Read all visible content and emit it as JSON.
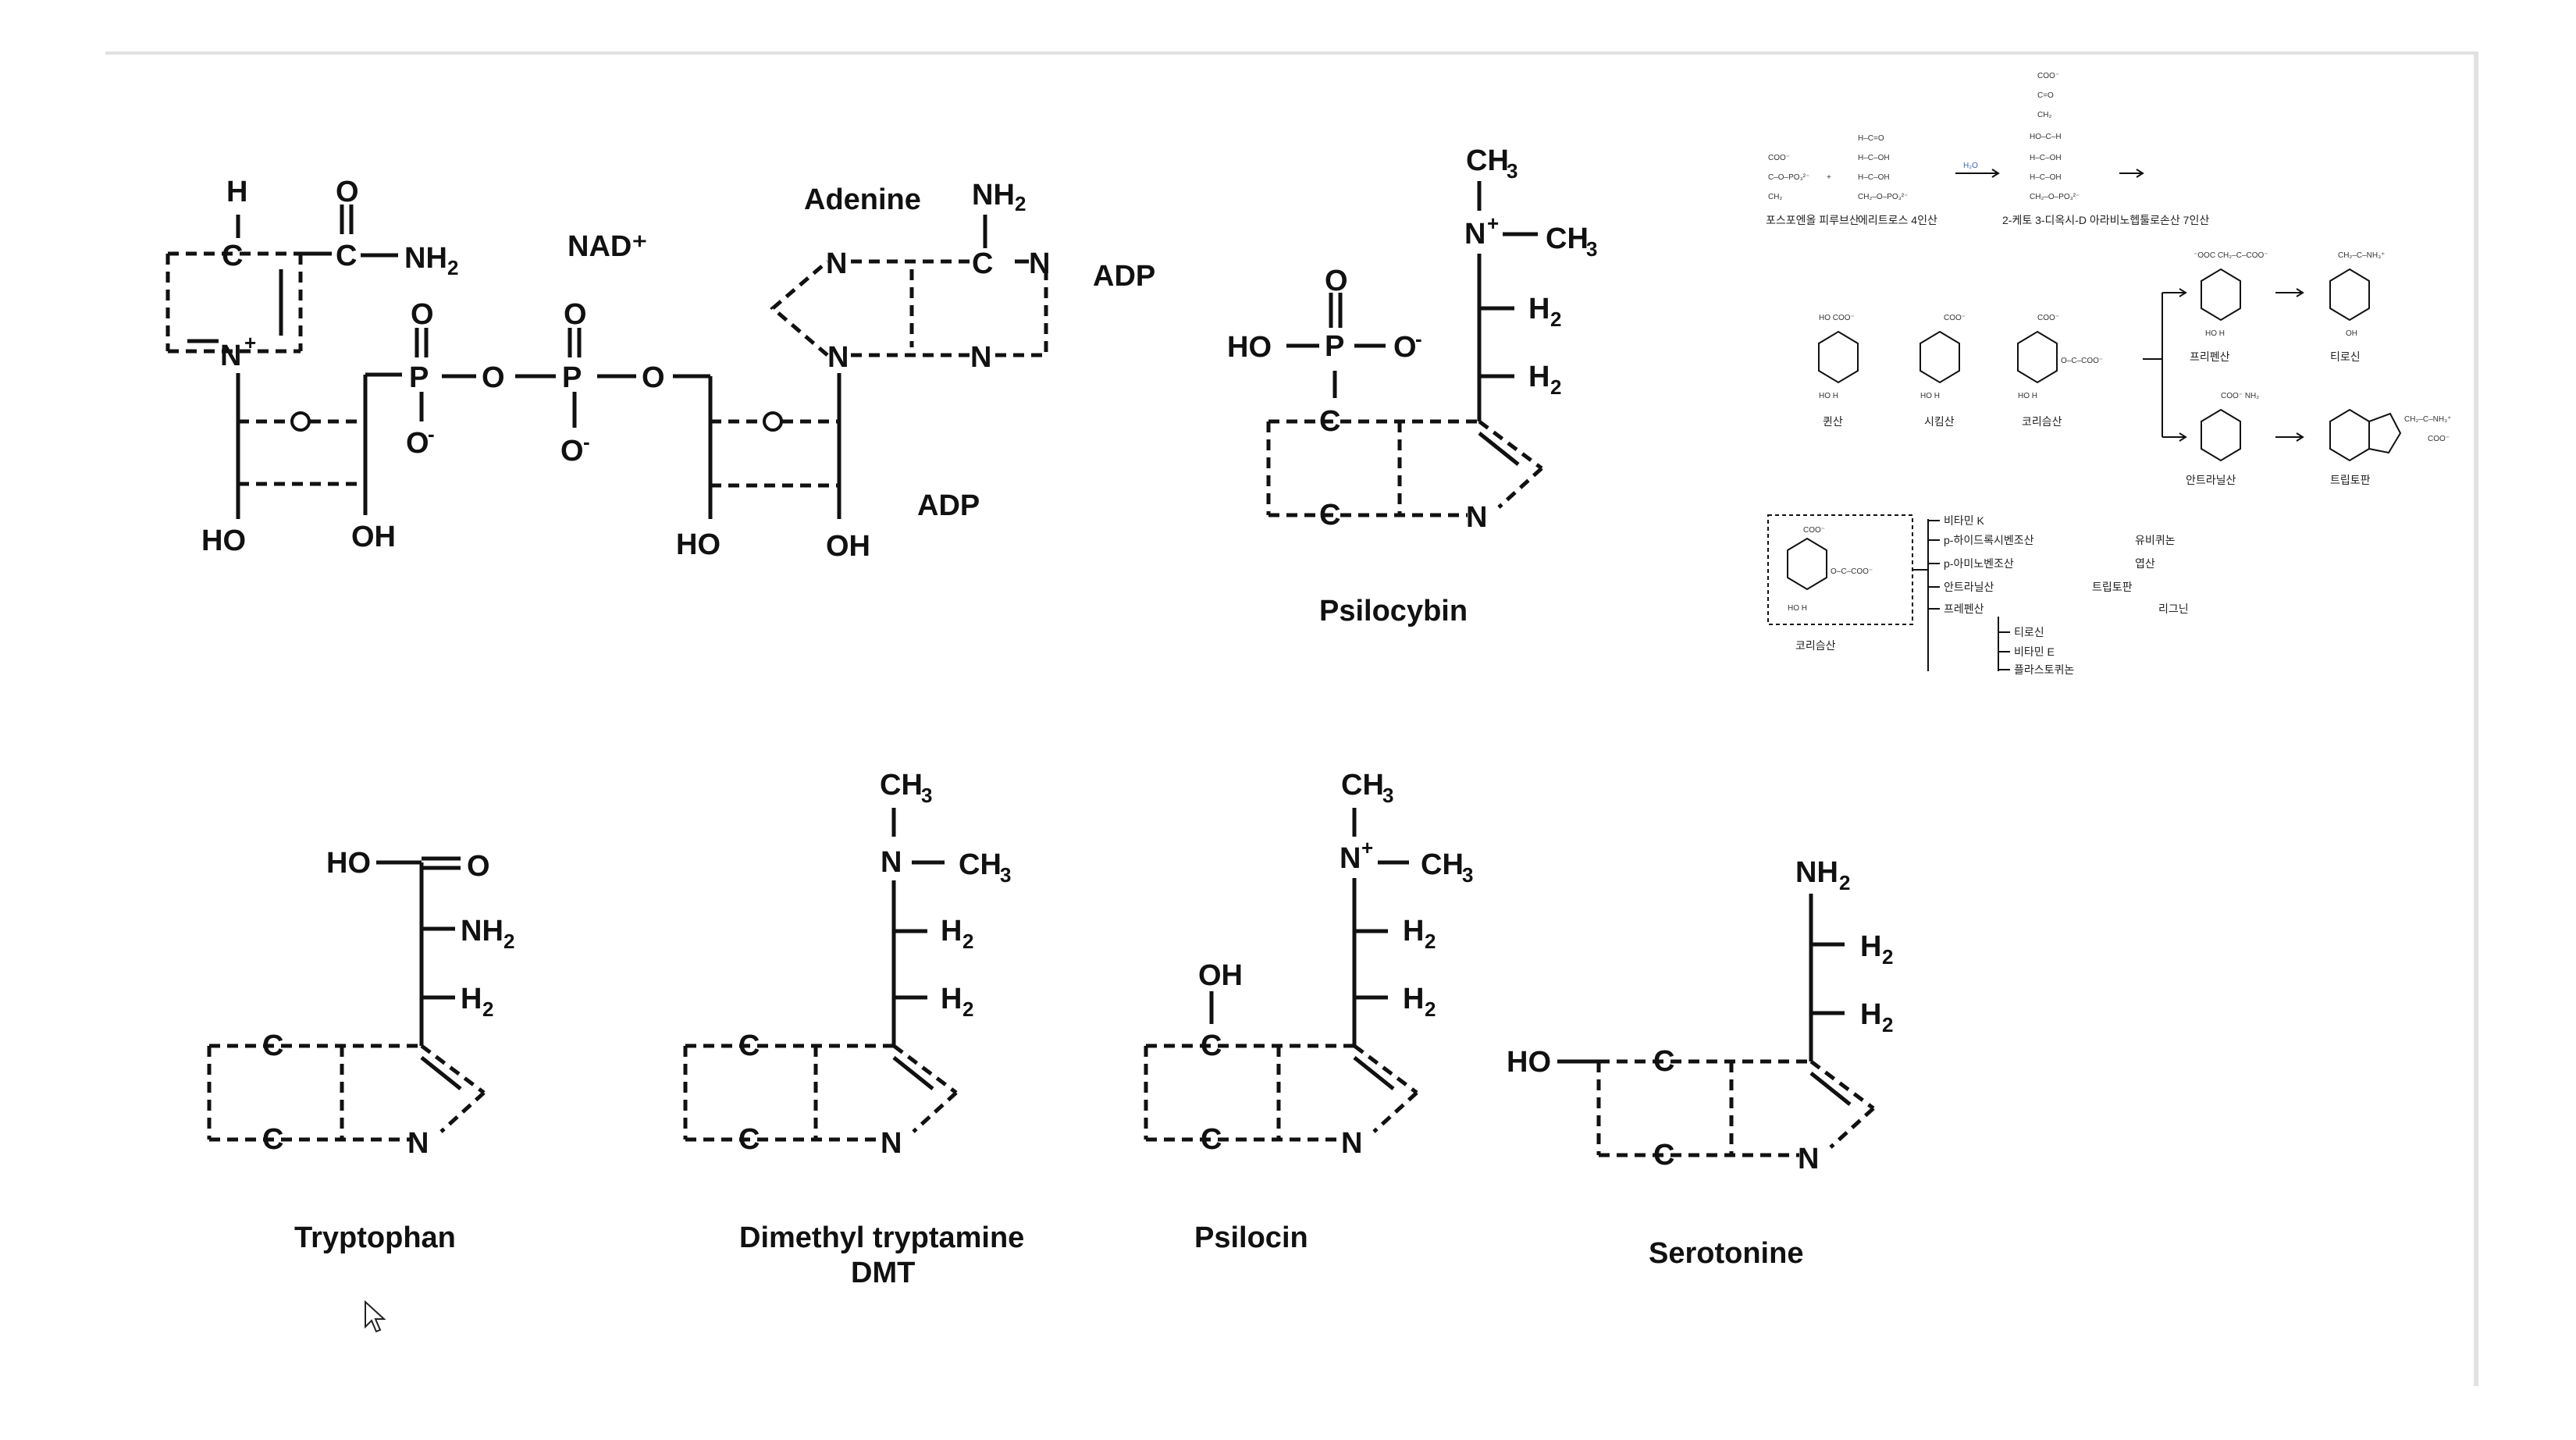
{
  "molecules": {
    "nad": {
      "title": "NAD⁺",
      "adp1": "ADP",
      "adp2": "ADP",
      "adenine": "Adenine"
    },
    "psilocybin": {
      "title": "Psilocybin"
    },
    "tryptophan": {
      "title": "Tryptophan"
    },
    "dmt": {
      "title_line1": "Dimethyl tryptamine",
      "title_line2": "DMT"
    },
    "psilocin": {
      "title": "Psilocin"
    },
    "serotonine": {
      "title": "Serotonine"
    }
  },
  "atoms": {
    "h": "H",
    "o": "O",
    "c": "C",
    "n": "N",
    "p": "P",
    "ho": "HO",
    "oh": "OH",
    "nh": "NH",
    "h_sub": "2",
    "ch": "CH",
    "ch_sub": "3",
    "plus": "+",
    "minus": "-"
  },
  "pathway": {
    "top_row": [
      "포스포엔올 피루브산",
      "에리트로스 4인산",
      "2-케토 3-디옥시-D 아라비노헵툴로손산 7인산"
    ],
    "mid_row": [
      "퀸산",
      "시킴산",
      "코리슴산",
      "프리펜산",
      "티로신",
      "안트라닐산",
      "트립토판"
    ],
    "chorismate_label": "코리슴산",
    "branches": [
      "비타민 K",
      "p-하이드록시벤조산",
      "p-아미노벤조산",
      "안트라닐산",
      "프레펜산",
      "티로신",
      "비타민 E",
      "플라스토퀴논"
    ],
    "branch_products": [
      "유비퀴논",
      "엽산",
      "트립토판",
      "리그닌"
    ]
  }
}
